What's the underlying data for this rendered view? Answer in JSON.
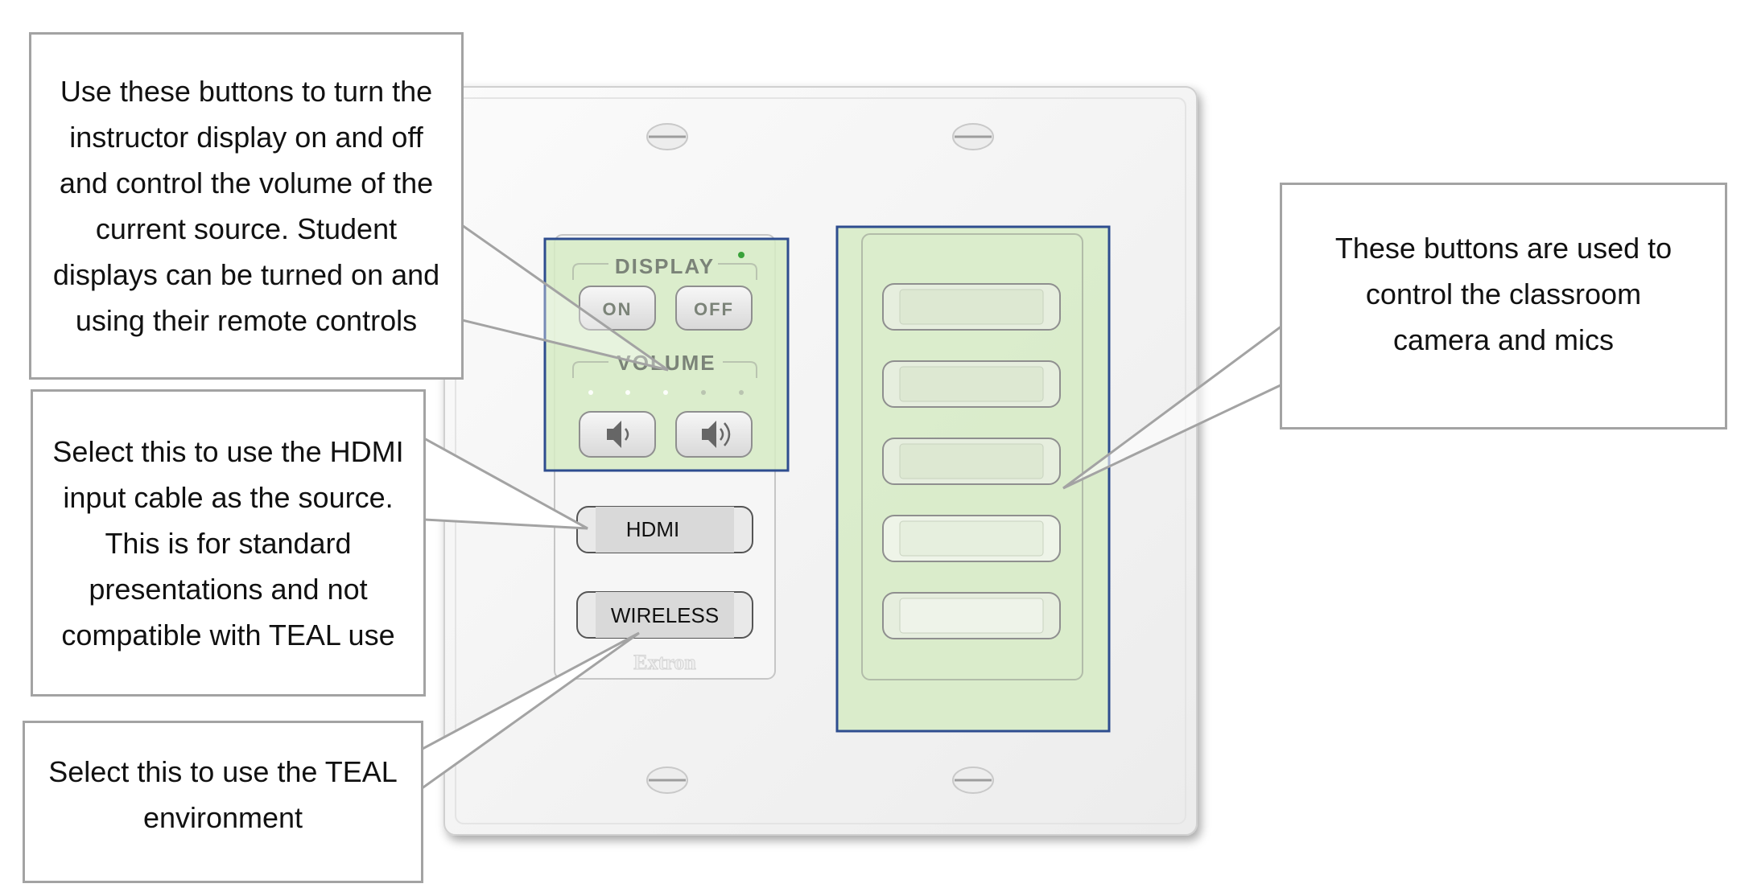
{
  "panel": {
    "display_header": "DISPLAY",
    "on_button": "ON",
    "off_button": "OFF",
    "volume_header": "VOLUME",
    "hdmi_button": "HDMI",
    "wireless_button": "WIRELESS",
    "brand": "Extron"
  },
  "callouts": {
    "display_volume": "Use these buttons to turn the instructor display on and off and control the volume of the current source.  Student displays can be turned on and using their remote controls",
    "hdmi": "Select this to use the HDMI input cable as the source.  This is for standard presentations and not compatible with TEAL use",
    "wireless": "Select this to use the TEAL environment",
    "camera_mics": "These buttons are used to control the classroom camera and mics"
  },
  "colors": {
    "highlight_fill": "#d6ebc4",
    "highlight_border": "#2e4d8f",
    "callout_border": "#a3a3a3",
    "wall_plate": "#f4f4f4"
  }
}
